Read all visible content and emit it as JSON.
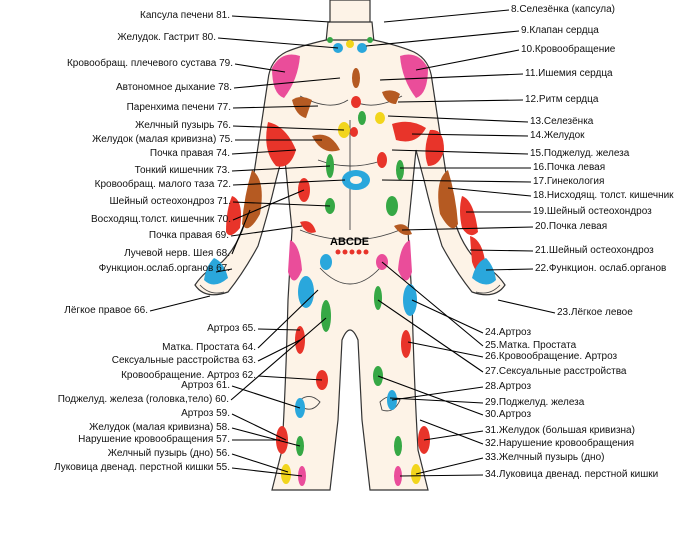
{
  "center_letters": "ABCDE",
  "colors": {
    "red": "#e8342a",
    "blue": "#2aa7dc",
    "green": "#36a845",
    "yellow": "#f2d51c",
    "pink": "#ea4d9a",
    "brown": "#b55a22",
    "skin": "#fdf3e7"
  },
  "left_labels": [
    "Капсула печени 81.",
    "Желудок. Гастрит 80.",
    "Кровообращ. плечевого сустава 79.",
    "Автономное дыхание 78.",
    "Паренхима печени 77.",
    "Желчный пузырь 76.",
    "Желудок (малая кривизна) 75.",
    "Почка правая 74.",
    "Тонкий кишечник 73.",
    "Кровообращ. малого таза 72.",
    "Шейный остеохондроз 71.",
    "Восходящ.толст. кишечник 70.",
    "Почка правая 69.",
    "Лучевой нерв. Шея 68.",
    "Функцион.ослаб.органов 67.",
    "Лёгкое правое 66.",
    "Артроз 65.",
    "Матка. Простата 64.",
    "Сексуальные расстройства 63.",
    "Кровообращение. Артроз 62.",
    "Артроз 61.",
    "Поджелуд. железа (головка,тело) 60.",
    "Артроз 59.",
    "Желудок (малая кривизна) 58.",
    "Нарушение кровообращения 57.",
    "Желчный пузырь (дно) 56.",
    "Луковица двенад. перстной кишки 55."
  ],
  "right_labels": [
    "8.Селезёнка (капсула)",
    "9.Клапан сердца",
    "10.Кровообращение",
    "11.Ишемия сердца",
    "12.Ритм сердца",
    "13.Селезёнка",
    "14.Желудок",
    "15.Поджелуд. железа",
    "16.Почка левая",
    "17.Гинекология",
    "18.Нисходящ. толст. кишечник",
    "19.Шейный остеохондроз",
    "20.Почка левая",
    "21.Шейный остеохондроз",
    "22.Функцион. ослаб.органов",
    "23.Лёгкое левое",
    "24.Артроз",
    "25.Матка. Простата",
    "26.Кровообращение. Артроз",
    "27.Сексуальные расстройства",
    "28.Артроз",
    "29.Поджелуд. железа",
    "30.Артроз",
    "31.Желудок (большая кривизна)",
    "32.Нарушение кровообращения",
    "33.Желчный пузырь (дно)",
    "34.Луковица двенад. перстной кишки"
  ]
}
